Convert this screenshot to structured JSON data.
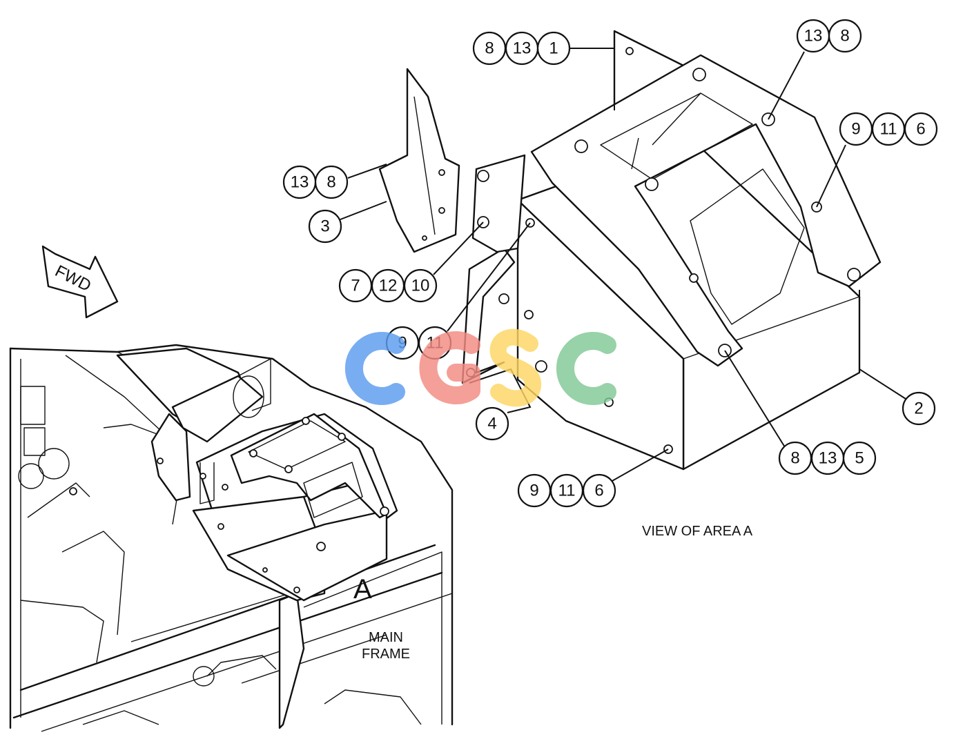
{
  "callouts": {
    "top_8_13_1": [
      "8",
      "13",
      "1"
    ],
    "top_right_13_8": [
      "13",
      "8"
    ],
    "right_9_11_6": [
      "9",
      "11",
      "6"
    ],
    "left_13_8": [
      "13",
      "8"
    ],
    "left_3": [
      "3"
    ],
    "left_7_12_10": [
      "7",
      "12",
      "10"
    ],
    "mid_9_11": [
      "9",
      "11"
    ],
    "mid_4": [
      "4"
    ],
    "right_2": [
      "2"
    ],
    "bottom_8_13_5": [
      "8",
      "13",
      "5"
    ],
    "bottom_9_11_6": [
      "9",
      "11",
      "6"
    ]
  },
  "labels": {
    "view_caption": "VIEW OF AREA A",
    "area_letter": "A",
    "main_frame_line1": "MAIN",
    "main_frame_line2": "FRAME",
    "fwd_arrow": "FWD"
  },
  "watermark": {
    "text": "CGSC",
    "colors": [
      "#5b9cf0",
      "#f28b82",
      "#fdd663",
      "#81c995"
    ]
  }
}
